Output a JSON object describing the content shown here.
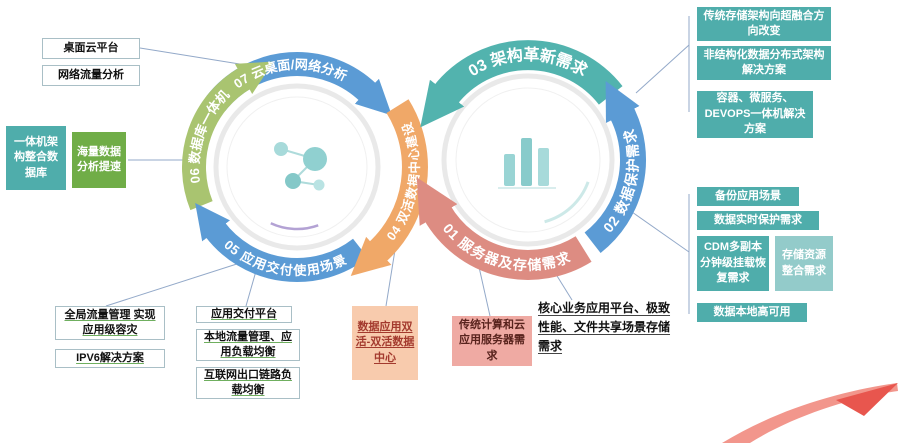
{
  "left_wheel": {
    "center_icon": "network-nodes-icon",
    "segments": [
      {
        "label": "07 云桌面/网络分析",
        "color": "#5b9bd5"
      },
      {
        "label": "06 数据库一体机",
        "color": "#a9c470"
      },
      {
        "label": "05 应用交付使用场景",
        "color": "#5b9bd5"
      },
      {
        "label": "04 双活数据中心建设",
        "color": "#f0a868"
      }
    ]
  },
  "right_wheel": {
    "center_icon": "bar-chart-icon",
    "segments": [
      {
        "label": "03 架构革新需求",
        "color": "#52b3ae"
      },
      {
        "label": "02 数据保护需求",
        "color": "#5b9bd5"
      },
      {
        "label": "01 服务器及存储需求",
        "color": "#dd8c82"
      }
    ]
  },
  "callouts": {
    "desktop_cloud": "桌面云平台",
    "network_traffic": "网络流量分析",
    "aio_arch": "一体机架构整合数据库",
    "mass_data_speed": "海量数据分析提速",
    "global_traffic": "全局流量管理 实现应用级容灾",
    "ipv6": "IPV6解决方案",
    "app_delivery": "应用交付平台",
    "local_traffic": "本地流量管理、应用负载均衡",
    "internet_link": "互联网出口链路负载均衡",
    "dual_active": "数据应用双活-双活数据中心",
    "traditional_compute": "传统计算和云应用服务器需求",
    "core_business": "核心业务应用平台、极致性能、文件共享场景存储需求",
    "storage_hci": "传统存储架构向超融合方向改变",
    "unstructured": "非结构化数据分布式架构解决方案",
    "container_devops": "容器、微服务、DEVOPS一体机解决方案",
    "backup": "备份应用场景",
    "realtime_protect": "数据实时保护需求",
    "cdm": "CDM多副本分钟级挂载恢复需求",
    "storage_consolidation": "存储资源整合需求",
    "local_ha": "数据本地高可用"
  },
  "colors": {
    "segment_blue": "#5b9bd5",
    "segment_olive": "#a9c470",
    "segment_orange": "#f0a868",
    "segment_teal": "#52b3ae",
    "segment_salmon": "#dd8c82",
    "box_teal": "#4fadab",
    "box_teal_light": "#93cbca",
    "box_green": "#70ad47",
    "box_orange": "#f8cbad",
    "box_salmon": "#efaaa3",
    "swoosh_red": "#f2968c"
  }
}
